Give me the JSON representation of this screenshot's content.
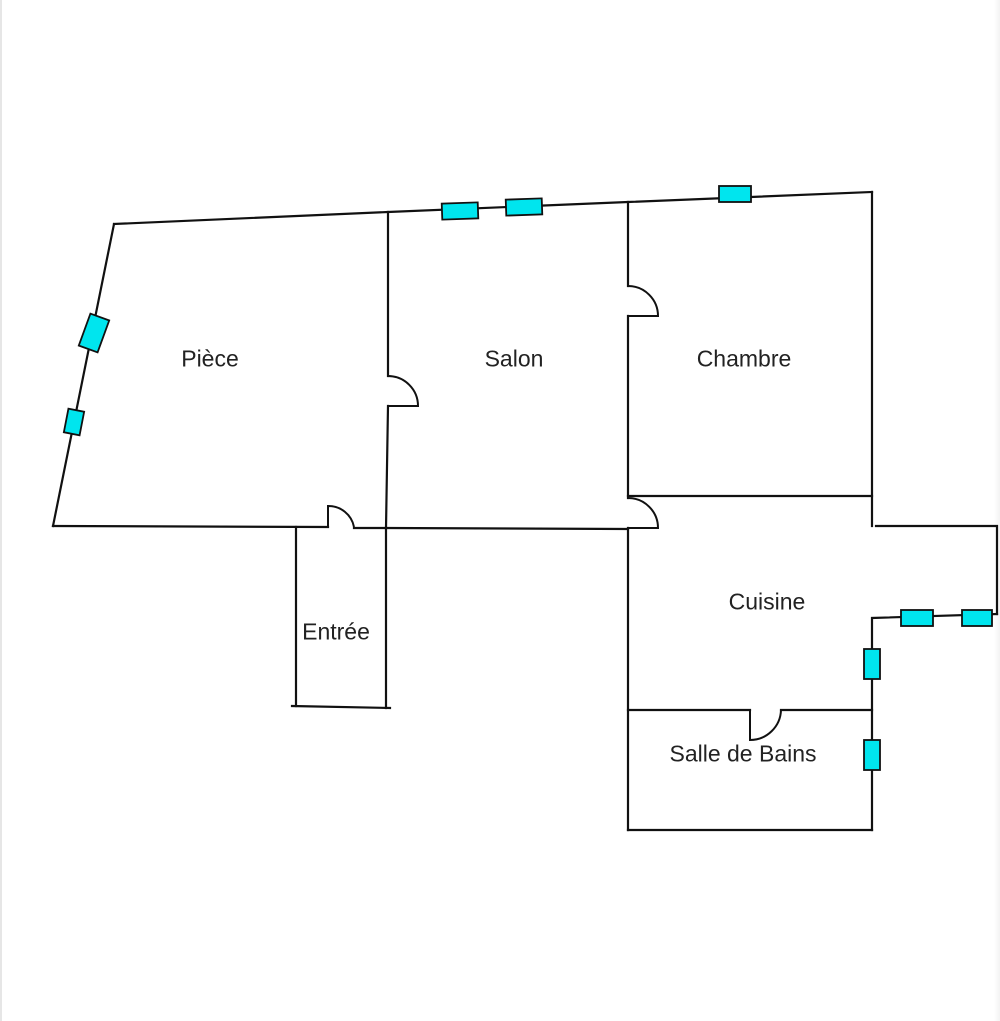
{
  "floor_plan": {
    "rooms": [
      {
        "id": "piece",
        "label": "Pièce"
      },
      {
        "id": "salon",
        "label": "Salon"
      },
      {
        "id": "chambre",
        "label": "Chambre"
      },
      {
        "id": "entree",
        "label": "Entrée"
      },
      {
        "id": "cuisine",
        "label": "Cuisine"
      },
      {
        "id": "salle-de-bains",
        "label": "Salle de Bains"
      }
    ],
    "colors": {
      "wall": "#111111",
      "window": "#00e5ee",
      "background": "#ffffff"
    }
  }
}
